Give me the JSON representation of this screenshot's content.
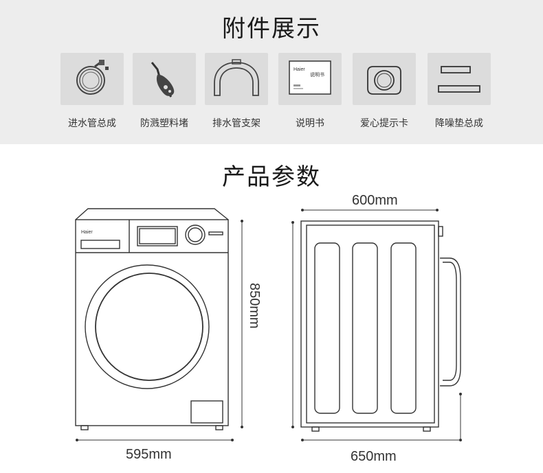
{
  "accessories_section": {
    "title": "附件展示",
    "items": [
      {
        "label": "进水管总成",
        "icon": "hose-icon"
      },
      {
        "label": "防溅塑料堵",
        "icon": "plastic-plug-icon"
      },
      {
        "label": "排水管支架",
        "icon": "drain-bracket-icon"
      },
      {
        "label": "说明书",
        "icon": "manual-icon",
        "cover_brand": "Haier",
        "cover_title": "说明书"
      },
      {
        "label": "爱心提示卡",
        "icon": "tip-card-icon"
      },
      {
        "label": "降噪垫总成",
        "icon": "noise-pad-icon"
      }
    ]
  },
  "specs_section": {
    "title": "产品参数",
    "front_brand": "Haier",
    "width_label": "595mm",
    "height_label": "850mm",
    "top_depth_label": "600mm",
    "bottom_depth_label": "650mm"
  },
  "colors": {
    "band_bg": "#ededed",
    "tile_bg": "#dcdcdc",
    "line": "#333333"
  }
}
